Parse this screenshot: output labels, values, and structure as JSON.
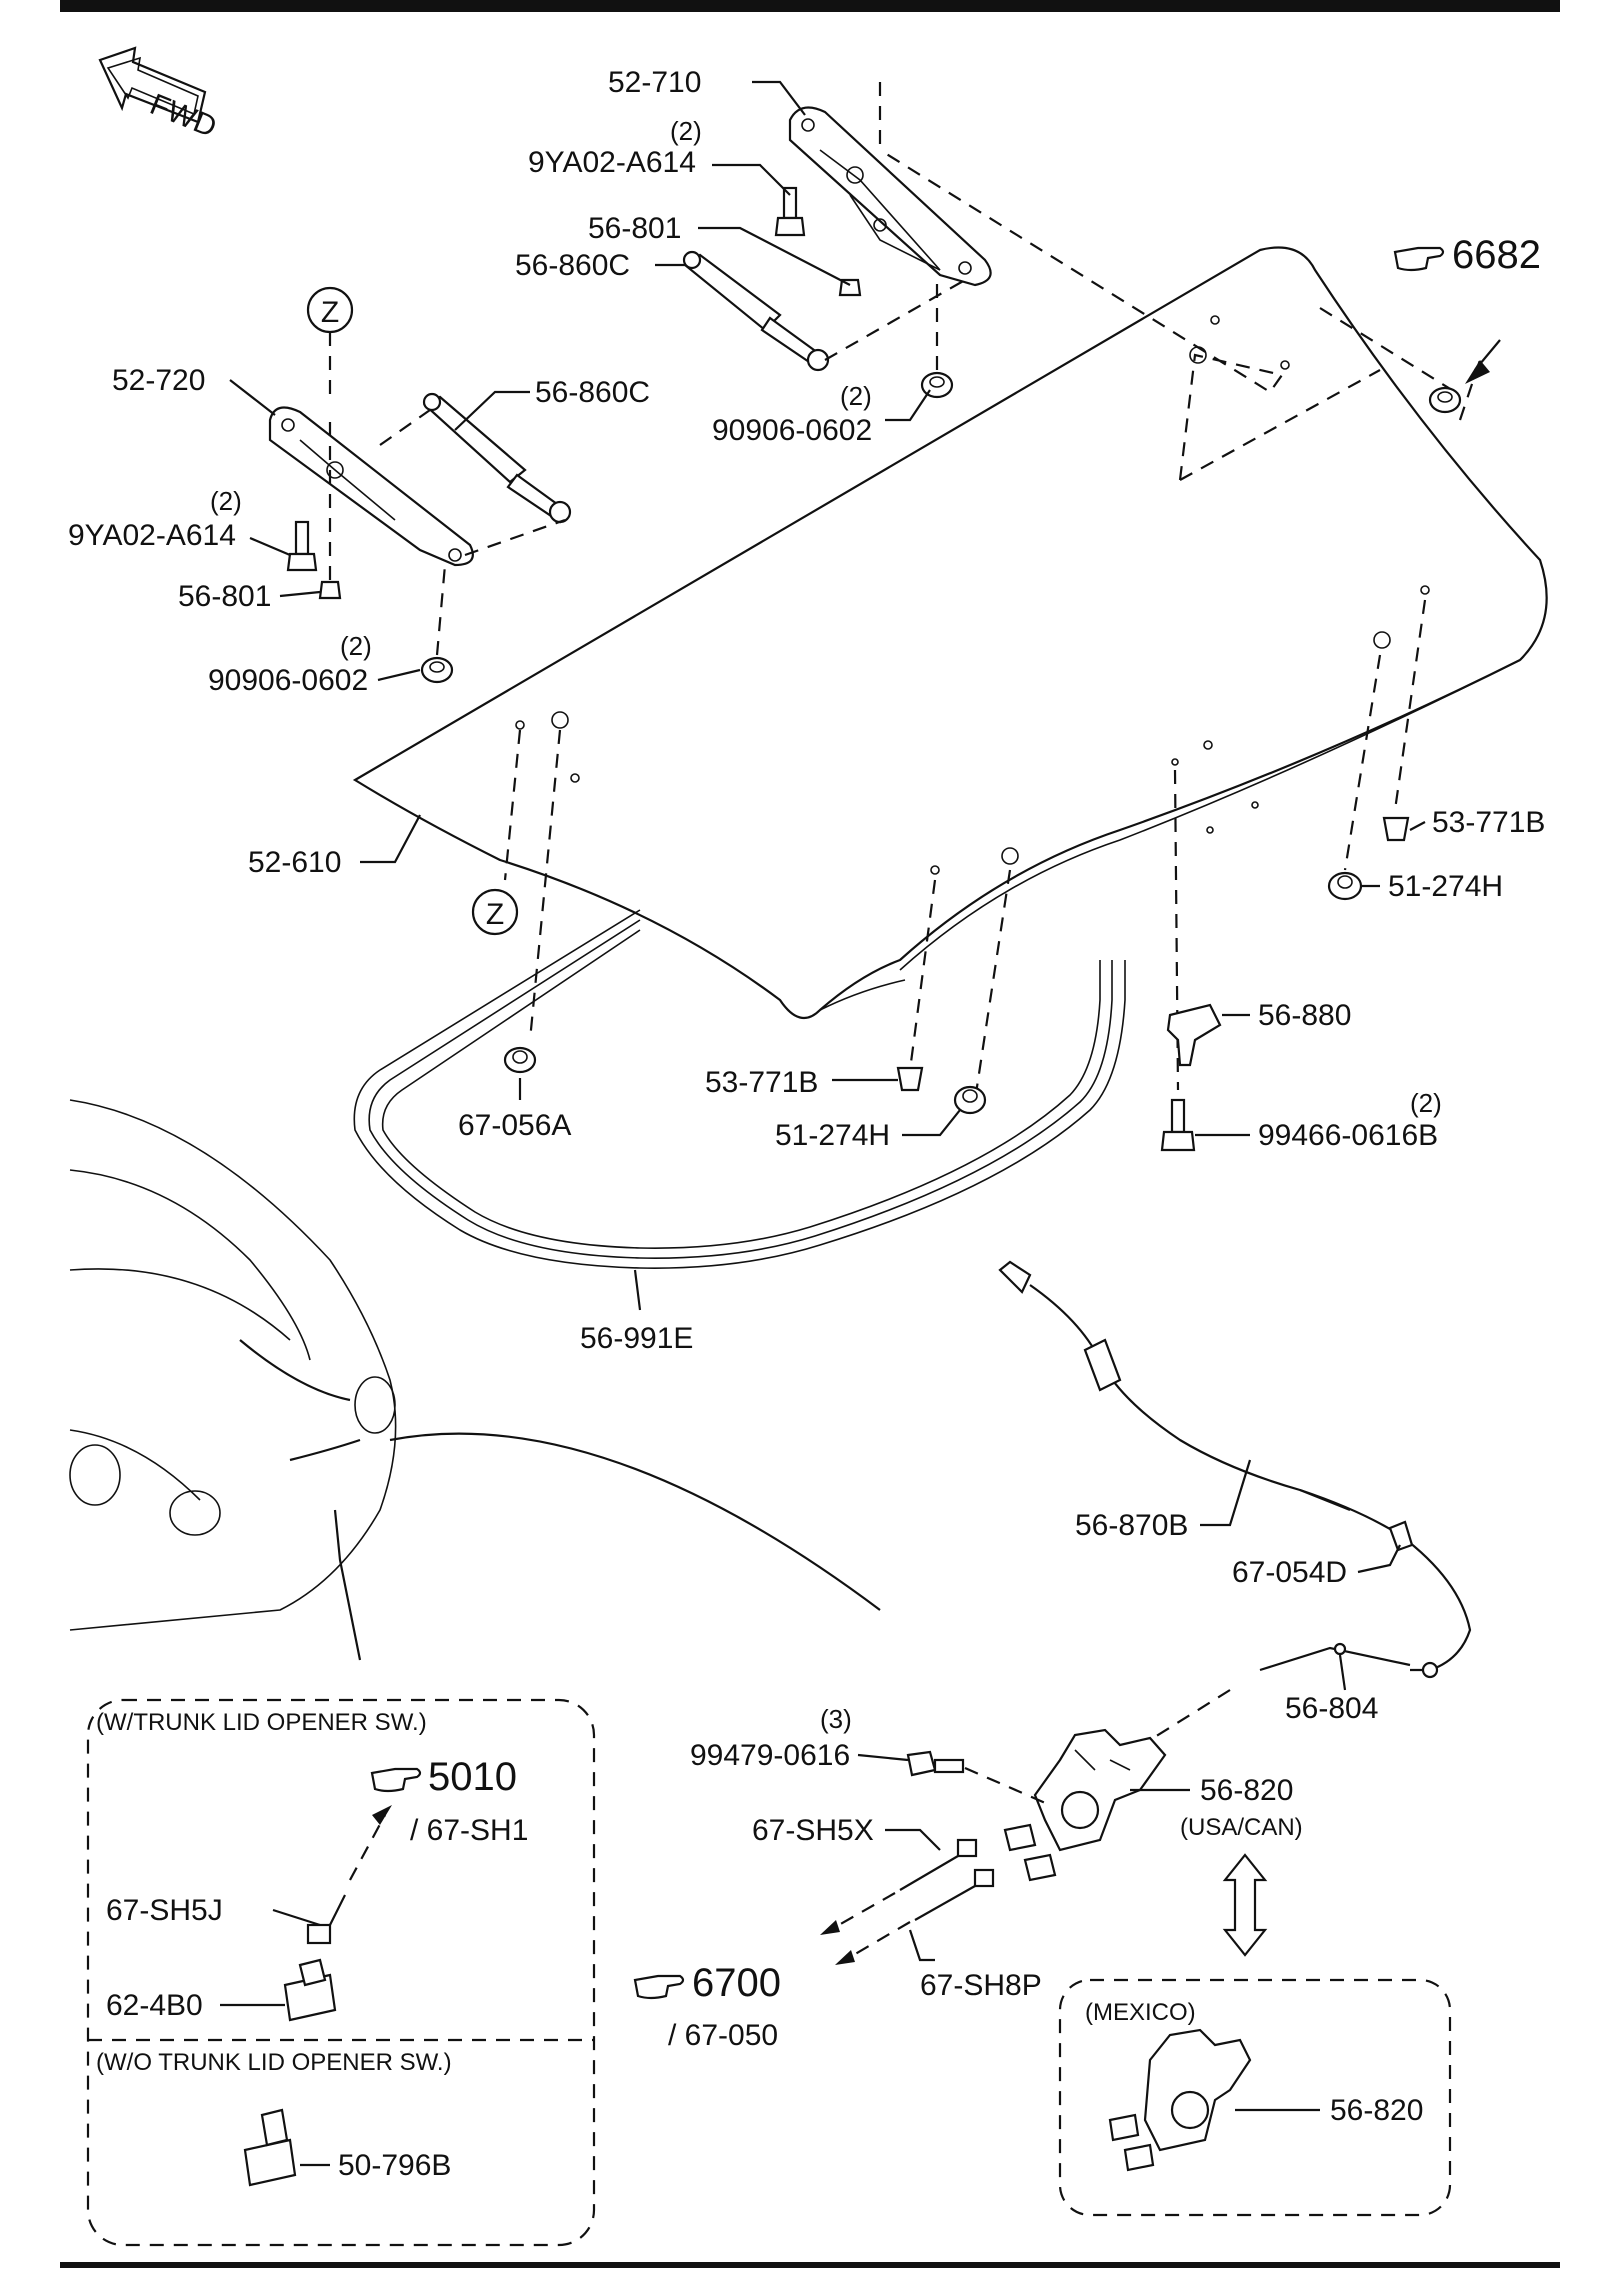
{
  "fwd": "FWD",
  "zone_marker": "Z",
  "refs": {
    "r6682": "6682",
    "r5010": "5010",
    "r5010_sub": "/ 67-SH1",
    "r6700": "6700",
    "r6700_sub": "/ 67-050"
  },
  "labels": {
    "p52_710": "52-710",
    "q_9ya02_top": "(2)",
    "p9ya02_top": "9YA02-A614",
    "p56_801_top": "56-801",
    "p56_860c_top": "56-860C",
    "q_90906_top": "(2)",
    "p90906_top": "90906-0602",
    "p52_720": "52-720",
    "p56_860c_left": "56-860C",
    "q_9ya02_left": "(2)",
    "p9ya02_left": "9YA02-A614",
    "p56_801_left": "56-801",
    "q_90906_left": "(2)",
    "p90906_left": "90906-0602",
    "p52_610": "52-610",
    "p53_771b_right": "53-771B",
    "p51_274h_right": "51-274H",
    "p56_880": "56-880",
    "q_99466": "(2)",
    "p99466": "99466-0616B",
    "p67_056a": "67-056A",
    "p53_771b_mid": "53-771B",
    "p51_274h_mid": "51-274H",
    "p56_991e": "56-991E",
    "p56_870b": "56-870B",
    "p67_054d": "67-054D",
    "p56_804": "56-804",
    "q_99479": "(3)",
    "p99479": "99479-0616",
    "p56_820_usa": "56-820",
    "usa_can": "(USA/CAN)",
    "p67_sh5x": "67-SH5X",
    "p67_sh8p": "67-SH8P",
    "mexico": "(MEXICO)",
    "p56_820_mex": "56-820",
    "w_trunk": "(W/TRUNK LID OPENER SW.)",
    "p67_sh5j": "67-SH5J",
    "p62_4b0": "62-4B0",
    "wo_trunk": "(W/O TRUNK LID OPENER SW.)",
    "p50_796b": "50-796B"
  },
  "icons": [
    "fwd-arrow-icon",
    "pointing-hand-icon"
  ]
}
